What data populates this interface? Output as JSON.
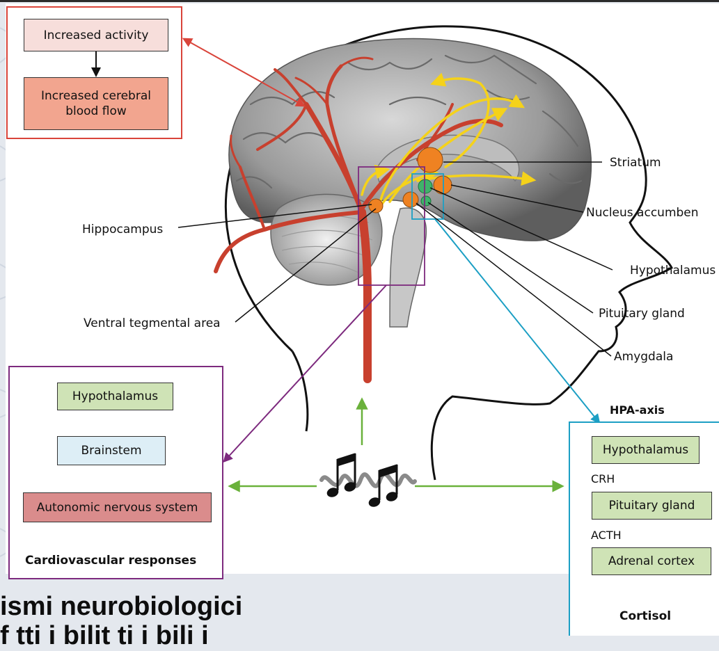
{
  "colors": {
    "artery": "#c8402e",
    "yellow_arrow": "#f5d21a",
    "red_frame": "#d9443a",
    "purple_frame": "#7d2a7e",
    "teal_frame": "#1c9fc4",
    "green_arrow": "#6ab13b",
    "nucleus_orange": "#ef8222",
    "nucleus_green": "#3fb36a"
  },
  "cbf_panel": {
    "box_activity": "Increased activity",
    "box_blood_flow": "Increased cerebral blood flow"
  },
  "brain_labels": {
    "hippocampus": "Hippocampus",
    "vta": "Ventral tegmental area",
    "striatum": "Striatum",
    "nucleus_accumbens": "Nucleus accumben",
    "hypothalamus": "Hypothalamus",
    "pituitary": "Pituitary gland",
    "amygdala": "Amygdala"
  },
  "autonomic_panel": {
    "box_hypothalamus": "Hypothalamus",
    "box_brainstem": "Brainstem",
    "box_ans": "Autonomic nervous system",
    "outcome": "Cardiovascular responses"
  },
  "hpa_panel": {
    "title": "HPA-axis",
    "box_hypothalamus": "Hypothalamus",
    "crh": "CRH",
    "box_pituitary": "Pituitary gland",
    "acth": "ACTH",
    "box_adrenal": "Adrenal cortex",
    "outcome": "Cortisol"
  },
  "music_icon": "music-notes-icon",
  "headline": {
    "line1": "ismi neurobiologici",
    "line2": "f tti i bilit ti i bili   i"
  }
}
